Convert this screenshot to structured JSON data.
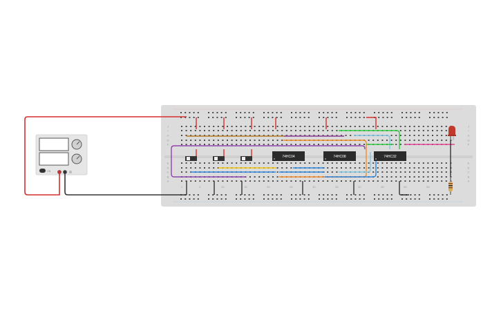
{
  "chips": [
    {
      "id": "chip-74hc04",
      "label": "74HC04"
    },
    {
      "id": "chip-74hc08",
      "label": "74HC08"
    },
    {
      "id": "chip-74hc32",
      "label": "74HC32"
    }
  ],
  "breadboard": {
    "column_numbers": [
      "1",
      "5",
      "10",
      "15",
      "20",
      "25",
      "30",
      "35",
      "40",
      "45",
      "50",
      "55",
      "60"
    ],
    "row_letters_top": [
      "J",
      "I",
      "H",
      "G",
      "F"
    ],
    "row_letters_bottom": [
      "E",
      "D",
      "C",
      "B",
      "A"
    ]
  },
  "power_supply": {
    "button_label": "ON"
  },
  "colors": {
    "red_wire": "#d32f2f",
    "black_wire": "#333333",
    "orange_wire": "#f28c28",
    "purple_wire": "#8e44ad",
    "blue_wire": "#2e86de",
    "yellow_wire": "#f1c40f",
    "cyan_wire": "#7ec8e3",
    "green_wire": "#2ecc40",
    "pink_wire": "#e84393",
    "brown_wire": "#b7791f",
    "led_red": "#c0392b"
  }
}
